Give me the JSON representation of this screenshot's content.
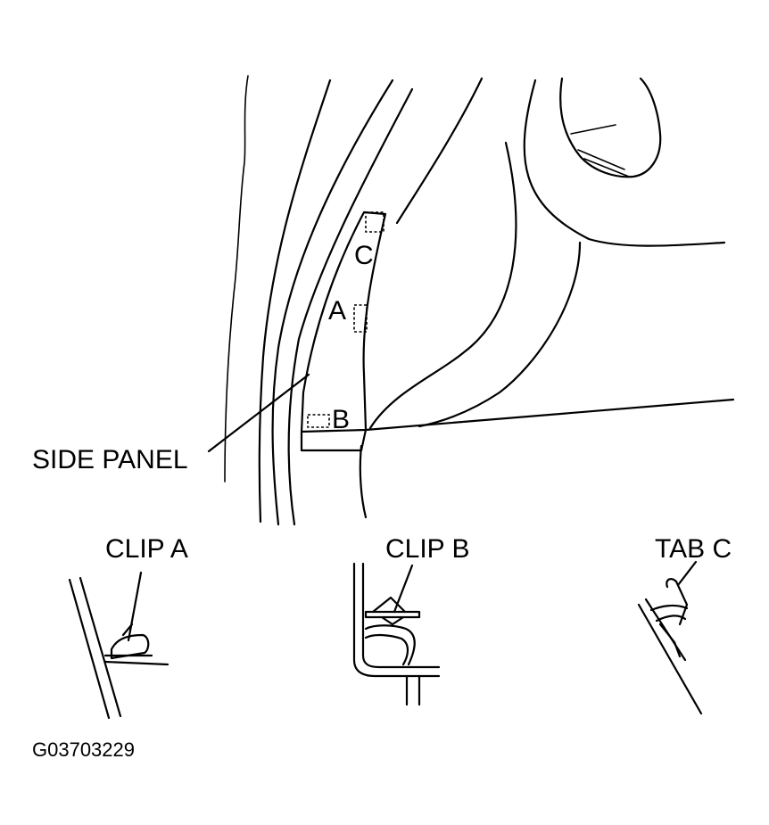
{
  "labels": {
    "side_panel": "SIDE PANEL",
    "marker_a": "A",
    "marker_b": "B",
    "marker_c": "C",
    "clip_a": "CLIP A",
    "clip_b": "CLIP B",
    "tab_c": "TAB C",
    "figure_code": "G03703229"
  }
}
